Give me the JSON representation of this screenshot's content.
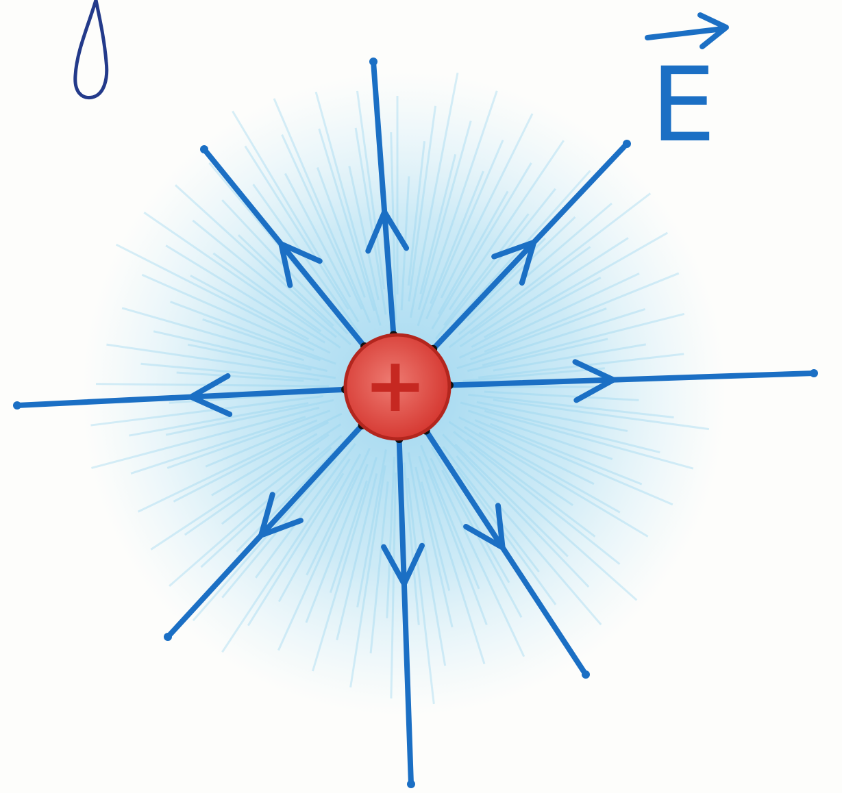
{
  "diagram": {
    "field_label": "E",
    "charge_sign": "+",
    "field_lines": [
      {
        "direction": "up"
      },
      {
        "direction": "up-right"
      },
      {
        "direction": "right"
      },
      {
        "direction": "down-right"
      },
      {
        "direction": "down"
      },
      {
        "direction": "down-left"
      },
      {
        "direction": "left"
      },
      {
        "direction": "up-left"
      }
    ],
    "colors": {
      "field_line": "#1b6fc4",
      "glow": "#8fd0ee",
      "charge_fill": "#e2453f",
      "charge_outline": "#b3261e",
      "plus_sign": "#c62821",
      "drop_outline": "#233a8a"
    }
  }
}
